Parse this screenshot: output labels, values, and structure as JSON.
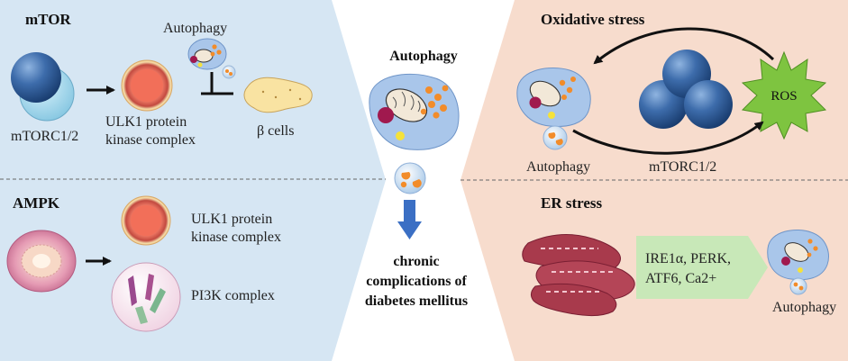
{
  "panels": {
    "mtor": {
      "title": "mTOR",
      "complex_label": "mTORC1/2",
      "ulk1_line1": "ULK1 protein",
      "ulk1_line2": "kinase complex",
      "autophagy_label": "Autophagy",
      "beta_cells_label": "β cells"
    },
    "ampk": {
      "title": "AMPK",
      "ulk1_line1": "ULK1 protein",
      "ulk1_line2": "kinase complex",
      "pi3k_label": "PI3K complex"
    },
    "center": {
      "title": "Autophagy",
      "outcome_line1": "chronic",
      "outcome_line2": "complications of",
      "outcome_line3": "diabetes mellitus"
    },
    "oxidative": {
      "title": "Oxidative stress",
      "ros_label": "ROS",
      "autophagy_label": "Autophagy",
      "complex_label": "mTORC1/2"
    },
    "er": {
      "title": "ER stress",
      "factors_line1": "IRE1α, PERK,",
      "factors_line2": "ATF6, Ca2+",
      "autophagy_label": "Autophagy"
    }
  },
  "colors": {
    "left_panel": "#d6e6f3",
    "right_panel": "#f7dccd",
    "blue_sphere": "#2e5f9c",
    "arrow_blue": "#3b6fc4",
    "ros_green": "#7ec440",
    "factor_arrow": "#c8e8b8",
    "er_red": "#a83a4c"
  }
}
